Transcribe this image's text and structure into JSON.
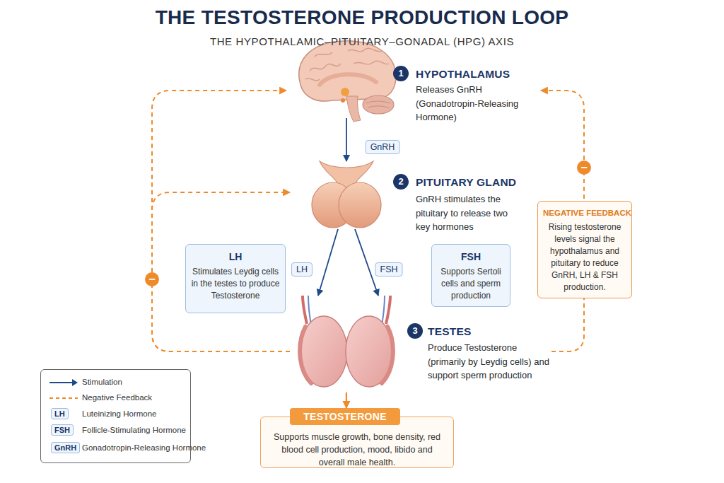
{
  "diagram": {
    "title": "THE TESTOSTERONE PRODUCTION LOOP",
    "nodes": [
      {
        "text": [
          "HYPOTHALAMUS",
          "Releases GnRH (Gonadotropin-Releasing Hormone)"
        ]
      },
      {
        "text": [
          "PITUITARY GLAND",
          "GnRH stimulates the pituitary to release two key hormones"
        ]
      },
      {
        "text": [
          "LH",
          "Stimulates Leydig cells in the testes to produce Testosterone"
        ]
      },
      {
        "text": [
          "FSH",
          "Supports Sertoli cells and sperm production"
        ]
      },
      {
        "text": [
          "NEGATIVE FEEDBACK",
          "Rising testosterone levels signal the hypothalamus and pituitary to reduce GnRH, LH & FSH production."
        ]
      },
      {
        "text": [
          "TESTES",
          "Produce Testosterone (primarily by Leydig cells) and support sperm production"
        ]
      },
      {
        "text": [
          "TESTOSTERONE",
          "Supports muscle growth, bone density, red blood cell production, mood, libido and overall male health."
        ]
      }
    ],
    "edges": [
      {
        "from": 0,
        "to": 1,
        "arrow": "to",
        "label": "GnRH"
      },
      {
        "from": 1,
        "to": 5,
        "arrow": "to",
        "label": "LH"
      },
      {
        "from": 1,
        "to": 5,
        "arrow": "to",
        "label": "FSH"
      },
      {
        "from": 5,
        "to": 6,
        "arrow": "to"
      },
      {
        "from": 5,
        "to": 0,
        "arrow": "to",
        "label": "−"
      },
      {
        "from": 5,
        "to": 1,
        "arrow": "to"
      },
      {
        "from": 5,
        "to": 0,
        "arrow": "to",
        "label": "−"
      }
    ],
    "labels": [
      "THE HYPOTHALAMIC–PITUITARY–GONADAL (HPG) AXIS",
      "1",
      "2",
      "3",
      "LH",
      "FSH",
      "GnRH"
    ],
    "legend": [
      {
        "text": "Stimulation"
      },
      {
        "text": "Negative Feedback"
      },
      {
        "text": "Luteinizing Hormone"
      },
      {
        "text": "Follicle-Stimulating Hormone"
      },
      {
        "text": "Gonadotropin-Releasing Hormone"
      }
    ]
  }
}
